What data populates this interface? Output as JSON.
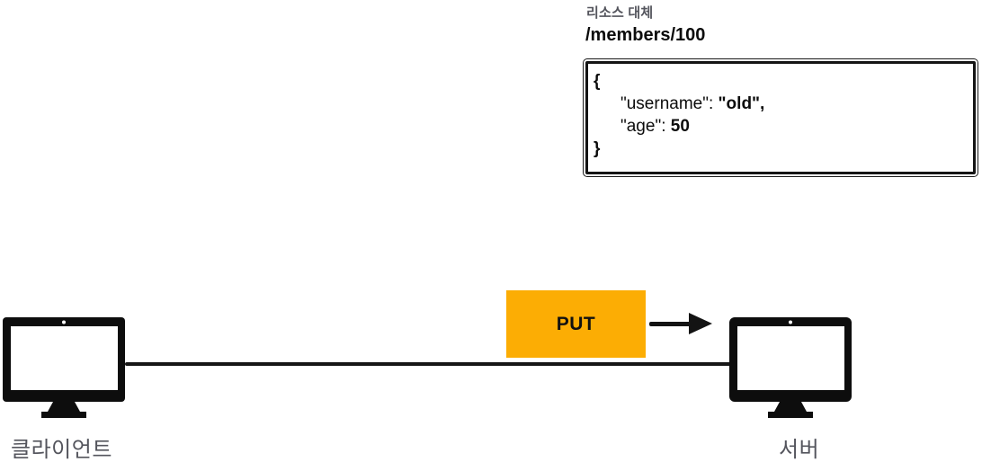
{
  "annotation": {
    "caption": "리소스 대체",
    "path": "/members/100",
    "json_body": {
      "open_brace": "{",
      "lines": [
        {
          "key": "\"username\": ",
          "value": "\"old\","
        },
        {
          "key": "\"age\": ",
          "value": "50"
        }
      ],
      "close_brace": "}"
    }
  },
  "diagram": {
    "method_label": "PUT",
    "method_color": "#fcad04",
    "client_label": "클라이언트",
    "server_label": "서버",
    "monitor_color": "#0d0d0d",
    "line_color": "#161616"
  }
}
